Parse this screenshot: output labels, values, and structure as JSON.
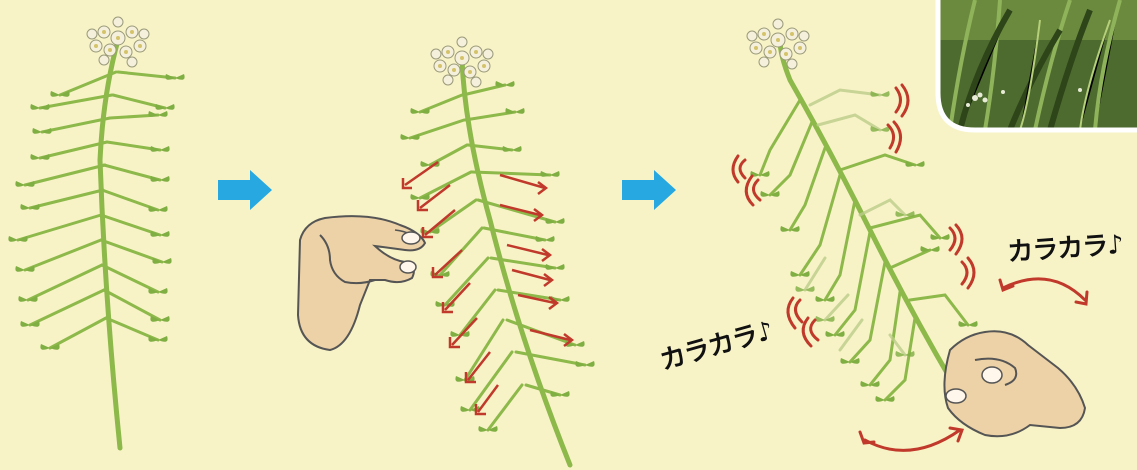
{
  "labels": {
    "sound_left": "カラカラ♪",
    "sound_right": "カラカラ♪"
  },
  "colors": {
    "background": "#f7f3c6",
    "stem": "#8db84a",
    "leaf": "#7fae42",
    "flower": "#f4f0dc",
    "arrow_step": "#27a8e0",
    "motion_arrow": "#c0392b",
    "hand_skin": "#ecd2a6"
  },
  "icons": [
    "plant-illustration",
    "hand-icon",
    "next-arrow-icon",
    "motion-arrow-icon",
    "photo-thumbnail"
  ]
}
